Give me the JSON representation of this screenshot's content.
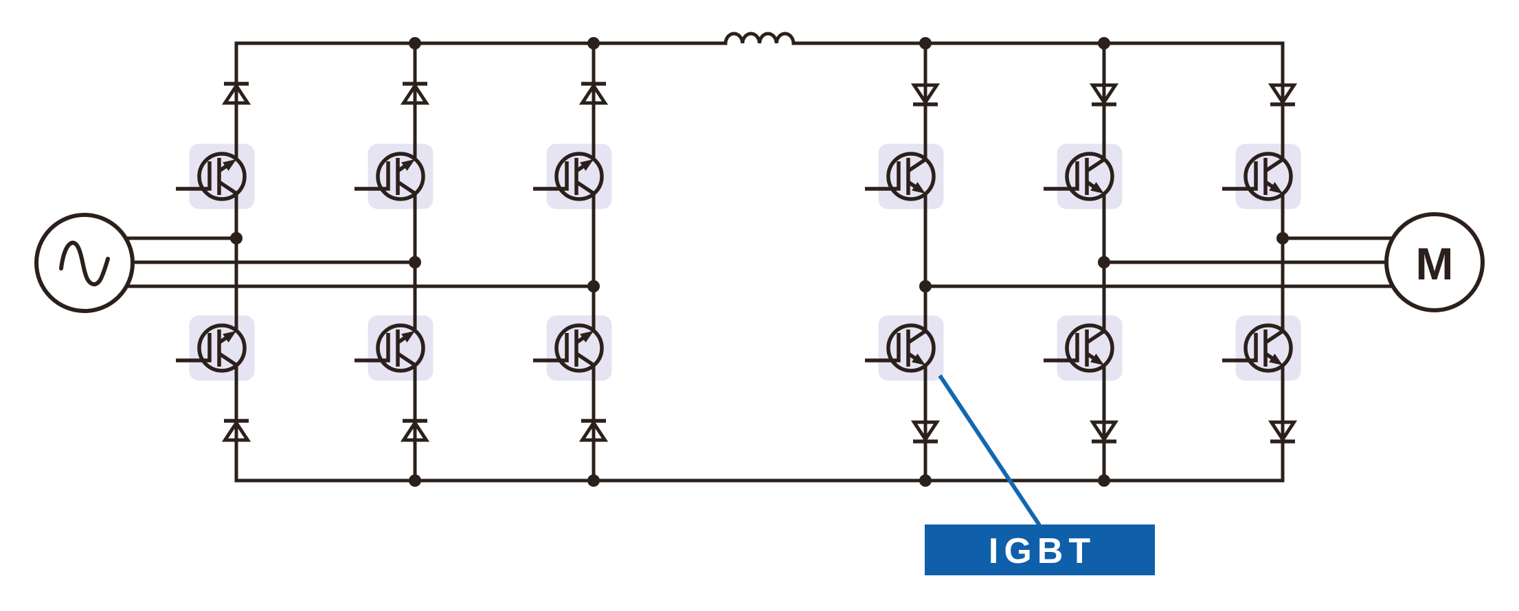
{
  "labels": {
    "motor": "M",
    "igbt_callout": "IGBT"
  },
  "colors": {
    "line": "#2b201b",
    "highlight": "#e6e3f2",
    "callout_bg": "#0f5fab",
    "callout_line": "#1367b1",
    "callout_text": "#ffffff",
    "background": "#ffffff"
  },
  "components": {
    "ac_source": {
      "icon": "sine-wave",
      "phase_wires": 3
    },
    "motor": {
      "label": "M",
      "phase_wires": 3
    },
    "dc_link_inductor": {
      "arcs": 4
    },
    "converter_legs": 3,
    "inverter_legs": 3,
    "igbts": 12,
    "diodes": 12,
    "highlighted_device": "IGBT"
  }
}
